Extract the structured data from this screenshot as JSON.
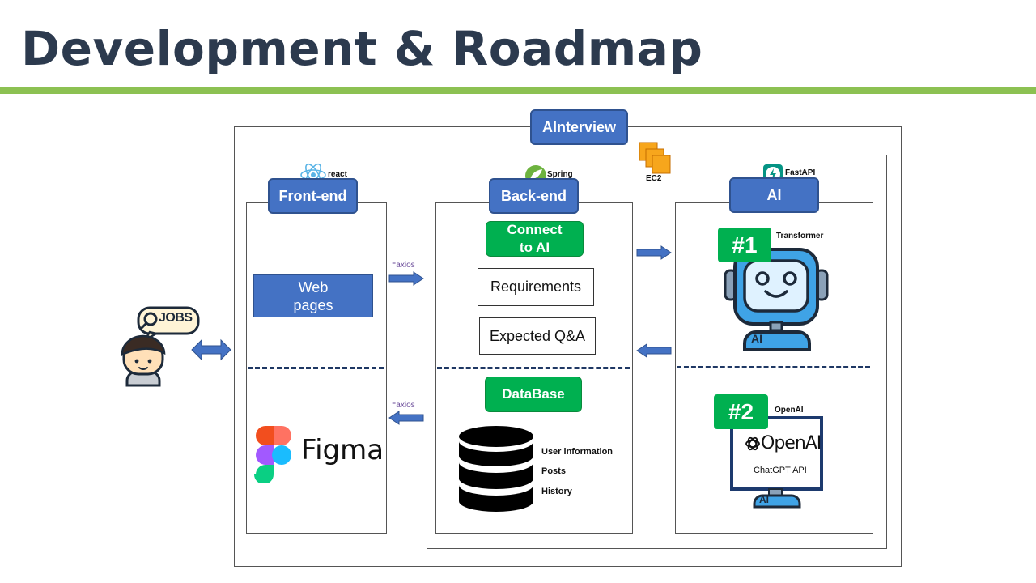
{
  "slide": {
    "title": "Development & Roadmap"
  },
  "diagram": {
    "outer_label": "AInterview",
    "ec2_label": "EC2",
    "frontend": {
      "label": "Front-end",
      "logo_text": "react",
      "web_pages": "Web\npages",
      "figma_text": "Figma"
    },
    "backend": {
      "label": "Back-end",
      "logo_text": "Spring",
      "connect_ai": "Connect\nto AI",
      "requirements": "Requirements",
      "expected_qa": "Expected Q&A",
      "database": "DataBase",
      "db_items": [
        "User information",
        "Posts",
        "History"
      ]
    },
    "ai": {
      "label": "AI",
      "logo_text": "FastAPI",
      "model1_num": "#1",
      "model1_name": "Transformer",
      "model1_badge": "AI",
      "model2_num": "#2",
      "model2_name": "OpenAI",
      "openai_logo": "OpenAI",
      "chatgpt_api": "ChatGPT API",
      "model2_badge": "AI"
    },
    "axios_top": "axios",
    "axios_bottom": "axios",
    "user_bubble": "JOBS"
  },
  "colors": {
    "accent_green": "#8cc152",
    "tag_blue": "#4472c4",
    "tag_green": "#00b050",
    "arrow_blue": "#4472c4",
    "title": "#2c3a4e"
  }
}
